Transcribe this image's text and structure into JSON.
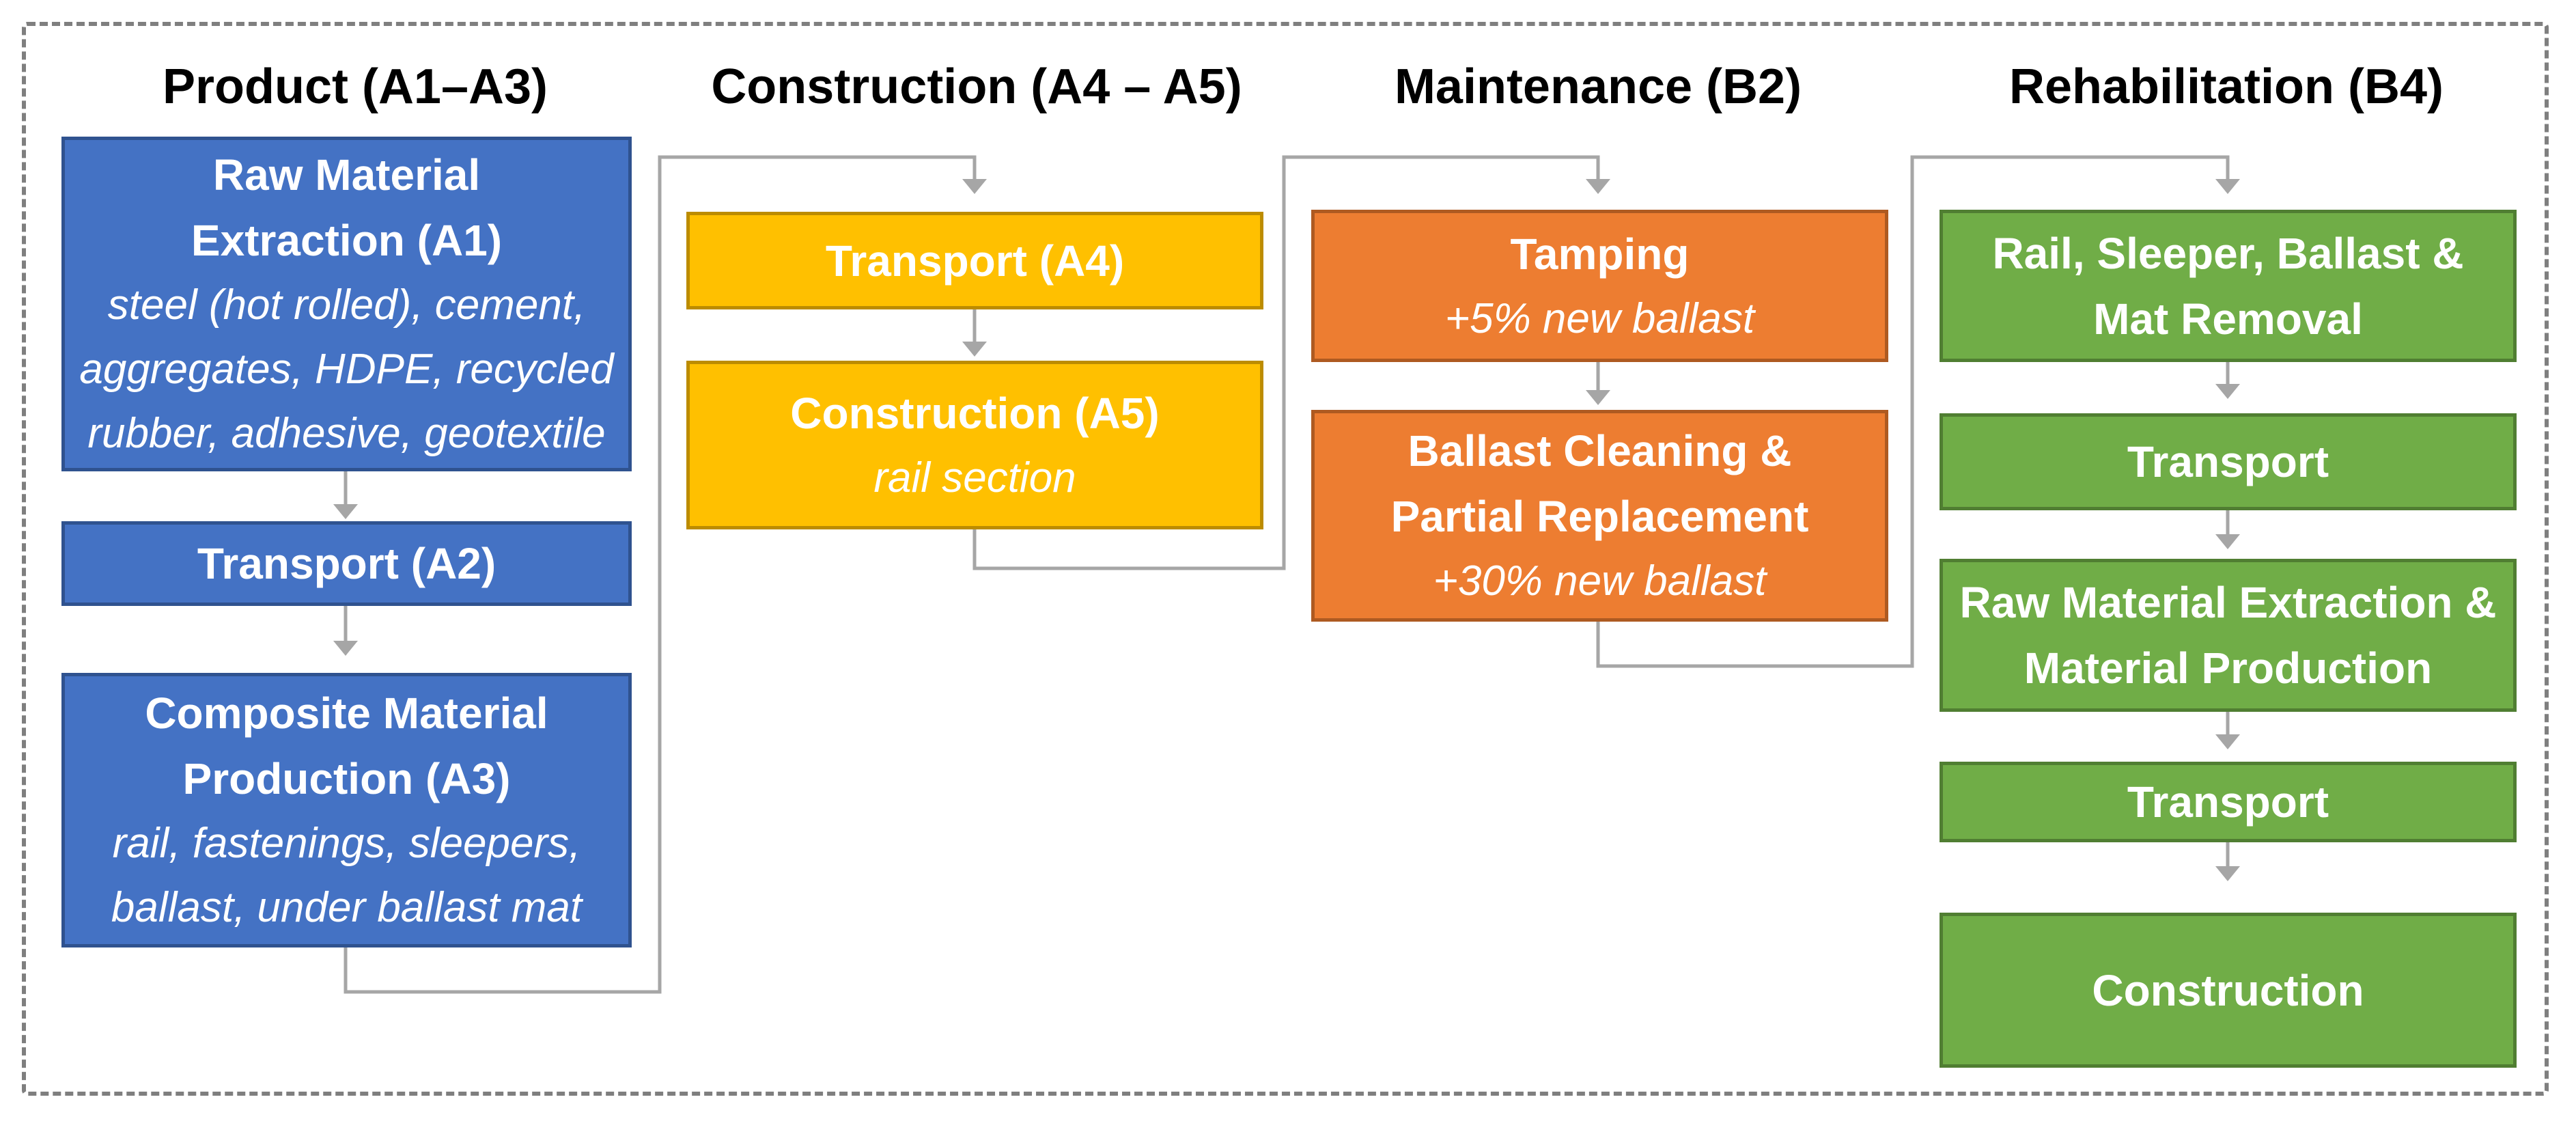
{
  "stages": [
    {
      "id": "product",
      "heading": "Product (A1–A3)",
      "boxes": [
        {
          "title": "Raw Material Extraction (A1)",
          "detail": "steel (hot rolled), cement, aggregates, HDPE, recycled rubber, adhesive, geotextile"
        },
        {
          "title": "Transport (A2)",
          "detail": ""
        },
        {
          "title": "Composite Material Production (A3)",
          "detail": "rail, fastenings, sleepers, ballast, under ballast mat"
        }
      ]
    },
    {
      "id": "construction",
      "heading": "Construction (A4 – A5)",
      "boxes": [
        {
          "title": "Transport (A4)",
          "detail": ""
        },
        {
          "title": "Construction (A5)",
          "detail": "rail section"
        }
      ]
    },
    {
      "id": "maintenance",
      "heading": "Maintenance (B2)",
      "boxes": [
        {
          "title": "Tamping",
          "detail": "+5% new ballast"
        },
        {
          "title": "Ballast Cleaning & Partial Replacement",
          "detail": "+30% new ballast"
        }
      ]
    },
    {
      "id": "rehabilitation",
      "heading": "Rehabilitation (B4)",
      "boxes": [
        {
          "title": "Rail, Sleeper, Ballast & Mat Removal",
          "detail": ""
        },
        {
          "title": "Transport",
          "detail": ""
        },
        {
          "title": "Raw Material Extraction & Material Production",
          "detail": ""
        },
        {
          "title": "Transport",
          "detail": ""
        },
        {
          "title": "Construction",
          "detail": ""
        }
      ]
    }
  ],
  "colors": {
    "product": "#4472c4",
    "construction": "#ffc000",
    "maintenance": "#ed7d31",
    "rehabilitation": "#70ad47",
    "connector": "#a6a6a6",
    "frame": "#7f7f7f"
  }
}
